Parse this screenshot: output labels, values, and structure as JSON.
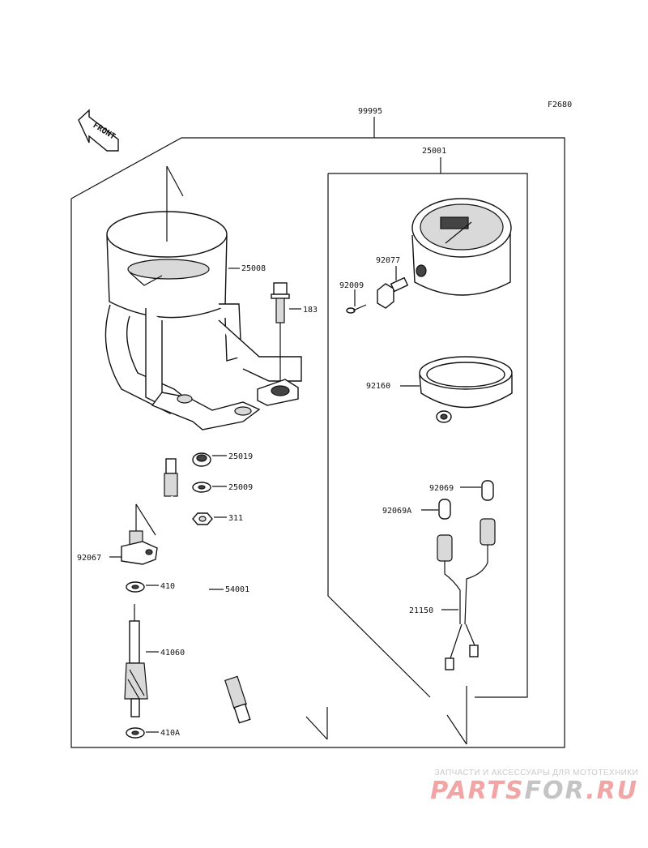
{
  "figure_code": "F2680",
  "front_arrow": "FRONT",
  "parts": {
    "assembly": "99995",
    "meter_assy": "25001",
    "housing": "25008",
    "bolt": "183",
    "gear": "92077",
    "screw": "92009",
    "ring": "92160",
    "bulb": "92069",
    "bulb_a": "92069A",
    "harness": "21150",
    "damper": "25019",
    "washer_a": "25009",
    "nut": "311",
    "bracket": "92067",
    "washer_b": "410",
    "cable": "54001",
    "shaft": "41060",
    "washer_c": "410A"
  },
  "watermark": {
    "tagline": "ЗАПЧАСТИ И АКСЕССУАРЫ ДЛЯ МОТОТЕХНИКИ",
    "brand_a": "PARTS",
    "brand_b": "FOR",
    "brand_c": ".RU",
    "colors": {
      "brand_a": "#f2a5a5",
      "brand_b": "#c4c4c4",
      "brand_c": "#f2a5a5"
    }
  }
}
